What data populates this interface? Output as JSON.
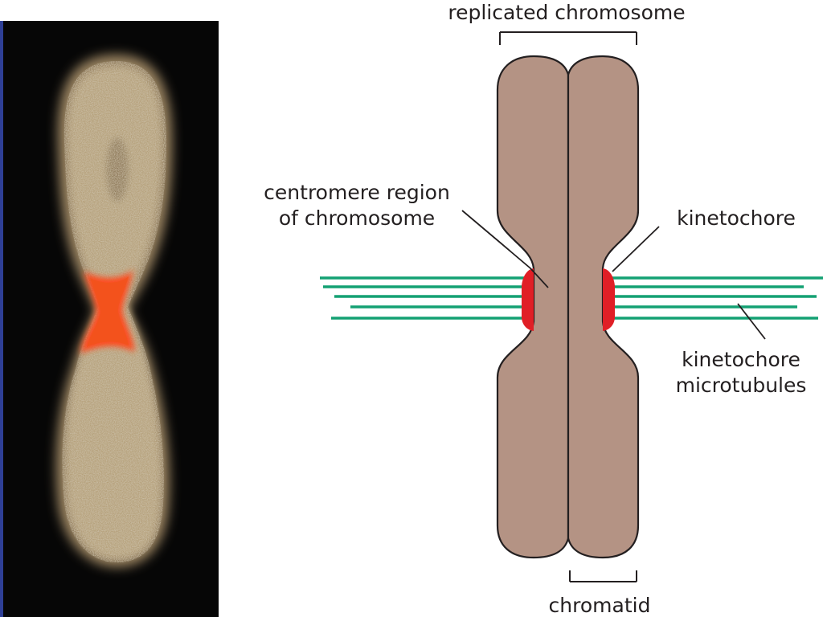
{
  "labels": {
    "replicated_chromosome": "replicated chromosome",
    "centromere_line1": "centromere region",
    "centromere_line2": "of chromosome",
    "kinetochore": "kinetochore",
    "kinetochore_microtubules_line1": "kinetochore",
    "kinetochore_microtubules_line2": "microtubules",
    "chromatid": "chromatid"
  },
  "colors": {
    "chromatid_fill": "#b49384",
    "outline": "#231f20",
    "kinetochore": "#e01f26",
    "microtubule": "#14a173",
    "micrograph_bg": "#060606",
    "micrograph_chromosome": "#a8906a",
    "micrograph_centromere": "#ff4a1c",
    "left_edge": "#2e3f96"
  },
  "micrograph": {
    "description_icon": "fluorescent-chromosome-image"
  }
}
